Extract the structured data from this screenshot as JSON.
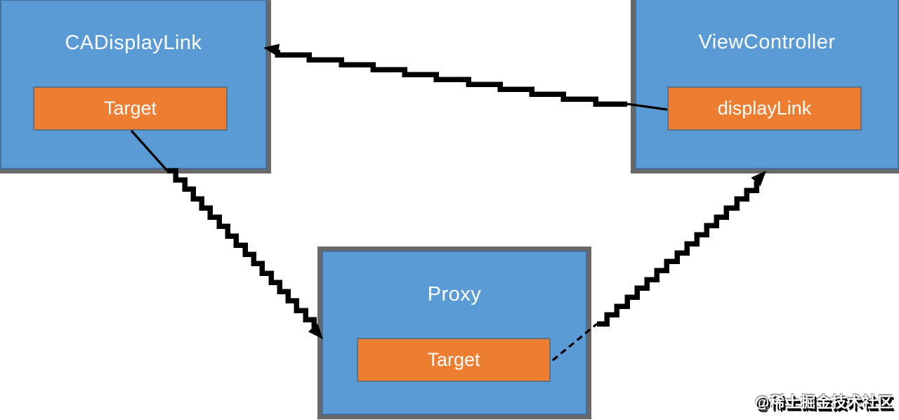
{
  "diagram": {
    "nodes": [
      {
        "id": "cadisplaylink",
        "label": "CADisplayLink",
        "member_label": "Target"
      },
      {
        "id": "viewcontroller",
        "label": "ViewController",
        "member_label": "displayLink"
      },
      {
        "id": "proxy",
        "label": "Proxy",
        "member_label": "Target"
      }
    ],
    "connections": [
      {
        "id": "displaylink-to-cadisplaylink",
        "from": "viewcontroller.displayLink",
        "to": "cadisplaylink",
        "style": "solid"
      },
      {
        "id": "target-to-proxy",
        "from": "cadisplaylink.Target",
        "to": "proxy",
        "style": "solid"
      },
      {
        "id": "proxy-target-to-viewcontroller",
        "from": "proxy.Target",
        "to": "viewcontroller",
        "style": "dashed"
      }
    ]
  },
  "watermark": {
    "text": "@稀土掘金技术社区"
  },
  "colors": {
    "node_fill": "#5b9bd5",
    "node_inner_border": "#41719c",
    "node_outer_border": "#686868",
    "member_fill": "#ed7d31",
    "member_border": "#5d7285",
    "connector": "#000000",
    "background": "#ffffff"
  }
}
